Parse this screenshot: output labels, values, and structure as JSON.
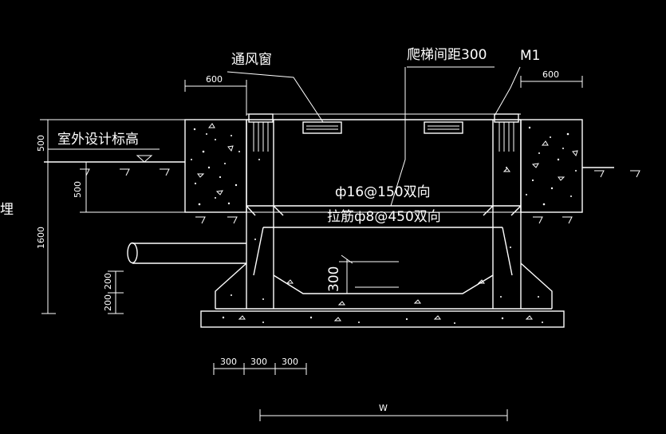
{
  "labels": {
    "vent_window": "通风窗",
    "ladder_spacing": "爬梯间距300",
    "m1": "M1",
    "outdoor_elev": "室外设计标高",
    "rebar_main": "ф16@150双向",
    "tie_bar": "拉筋ф8@450双向",
    "left_edge_char": "埋"
  },
  "dims": {
    "top_left_600": "600",
    "top_right_600": "600",
    "d500_top": "500",
    "d500_mid": "500",
    "d1600": "1600",
    "d200a": "200",
    "d200b": "200",
    "d300_vert": "300",
    "b300_1": "300",
    "b300_2": "300",
    "b300_3": "300",
    "w": "W"
  },
  "colors": {
    "background": "#000000",
    "line": "#ffffff"
  }
}
